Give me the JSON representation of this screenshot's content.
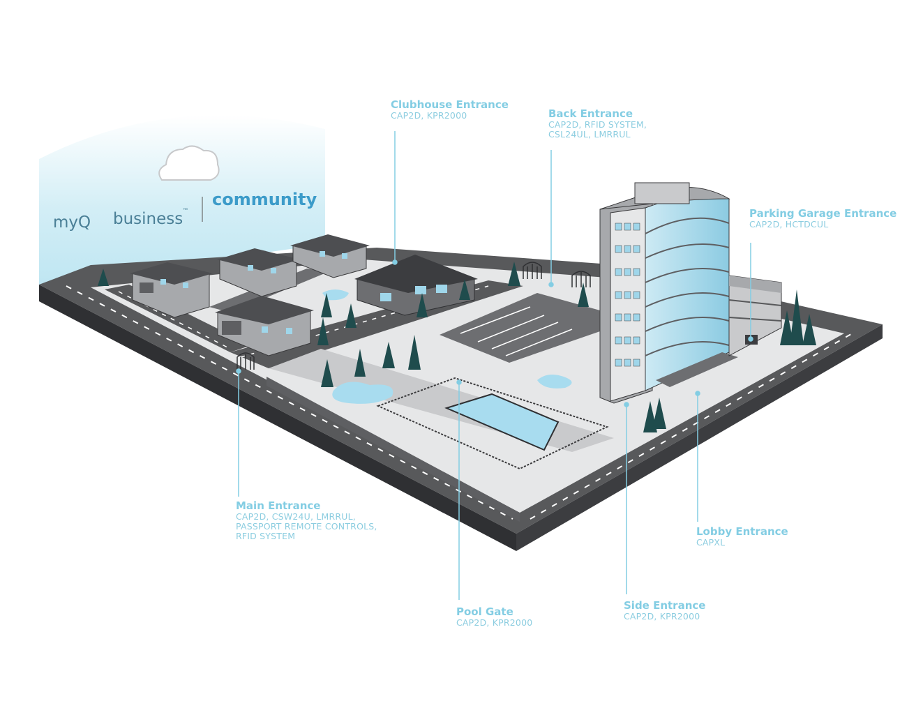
{
  "brand": {
    "myq": "myQ",
    "business": "business",
    "trademark": "™",
    "community": "community"
  },
  "callouts": [
    {
      "id": "clubhouse",
      "title": "Clubhouse Entrance",
      "desc": [
        "CAP2D, KPR2000"
      ]
    },
    {
      "id": "back",
      "title": "Back Entrance",
      "desc": [
        "CAP2D, RFID SYSTEM,",
        "CSL24UL, LMRRUL"
      ]
    },
    {
      "id": "parking",
      "title": "Parking Garage Entrance",
      "desc": [
        "CAP2D, HCTDCUL"
      ]
    },
    {
      "id": "main",
      "title": "Main Entrance",
      "desc": [
        "CAP2D, CSW24U, LMRRUL,",
        "PASSPORT REMOTE CONTROLS,",
        "RFID SYSTEM"
      ]
    },
    {
      "id": "lobby",
      "title": "Lobby Entrance",
      "desc": [
        "CAPXL"
      ]
    },
    {
      "id": "pool",
      "title": "Pool Gate",
      "desc": [
        "CAP2D, KPR2000"
      ]
    },
    {
      "id": "side",
      "title": "Side Entrance",
      "desc": [
        "CAP2D, KPR2000"
      ]
    }
  ],
  "colors": {
    "accent": "#83cde3",
    "road": "#58595b",
    "ground": "#e6e7e8",
    "water": "#a8dcef",
    "tree": "#1f4c4d",
    "building": "#a7a9ac",
    "glass": "#9fd6ea"
  }
}
